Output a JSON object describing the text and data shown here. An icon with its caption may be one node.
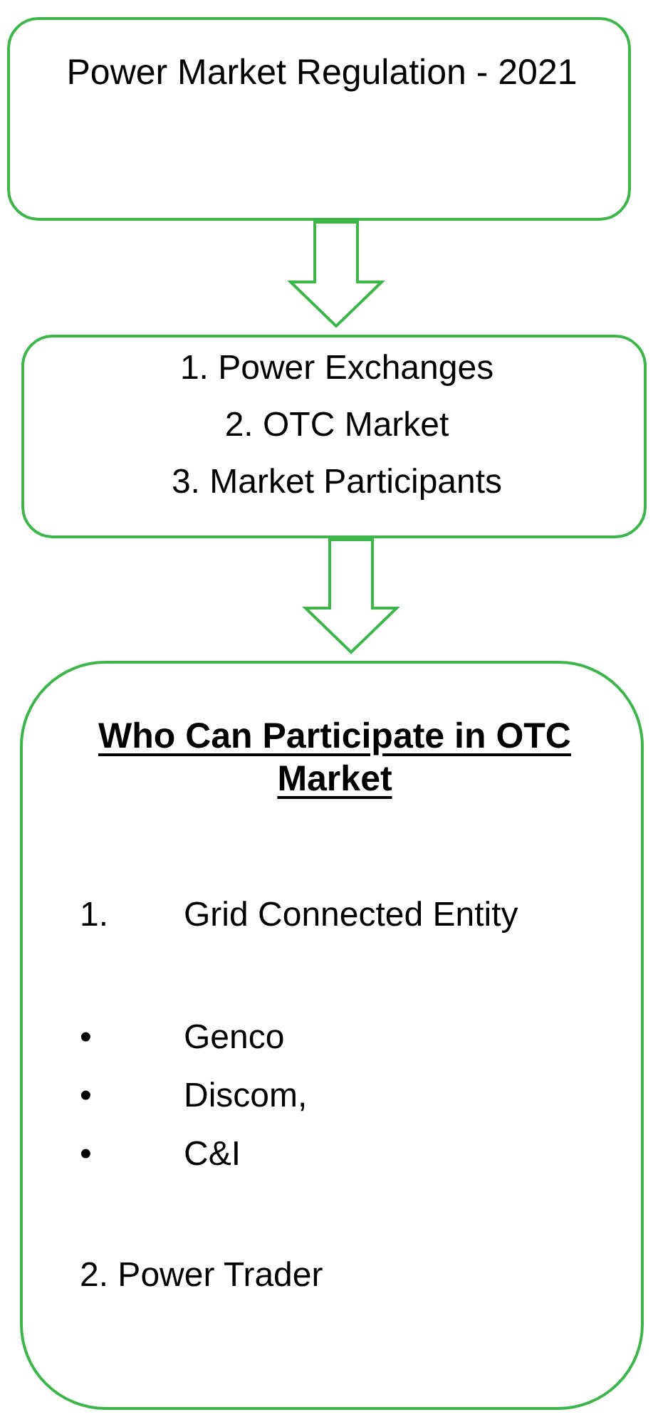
{
  "diagram": {
    "nodes": [
      {
        "text": [
          "Power Market Regulation - 2021"
        ]
      },
      {
        "text": [
          "1. Power Exchanges",
          "2. OTC Market",
          "3. Market Participants"
        ]
      },
      {
        "text": [
          "Who Can Participate in OTC Market",
          "1.",
          "Grid Connected Entity",
          "•",
          "Genco",
          "•",
          "Discom,",
          "•",
          "C&I",
          "2. Power Trader"
        ]
      }
    ],
    "edges": [
      {
        "from": 0,
        "to": 1,
        "arrow": "to"
      },
      {
        "from": 1,
        "to": 2,
        "arrow": "to"
      }
    ]
  }
}
